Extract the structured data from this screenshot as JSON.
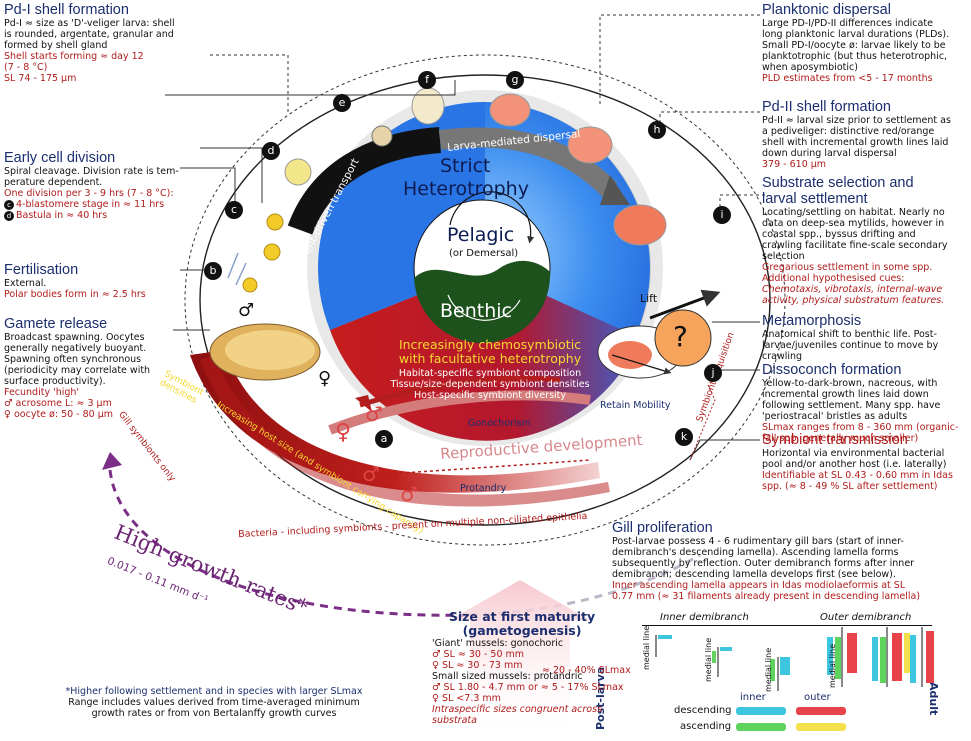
{
  "left": {
    "pd1": {
      "title": "Pd-I shell formation",
      "lines": [
        "Pd-I ≈ size as 'D'-veliger larva: shell",
        "is rounded, argentate, granular and",
        "formed by shell gland"
      ],
      "red": [
        "Shell starts forming ≈ day 12",
        "(7 - 8 °C)",
        "SL 74 - 175 µm"
      ]
    },
    "cell": {
      "title": "Early cell division",
      "lines": [
        "Spiral cleavage. Division rate is tem-",
        "perature dependent."
      ],
      "red": [
        "One division per 3 - 9 hrs (7 - 8 °C):",
        "4-blastomere stage in ≈ 11 hrs",
        "Bastula in ≈ 40 hrs"
      ],
      "badges": [
        "c",
        "d"
      ]
    },
    "fert": {
      "title": "Fertilisation",
      "lines": [
        "External."
      ],
      "red": [
        "Polar bodies form in ≈ 2.5 hrs"
      ]
    },
    "gam": {
      "title": "Gamete release",
      "lines": [
        "Broadcast spawning. Oocytes",
        "generally negatively buoyant.",
        "Spawning often synchronous",
        "(periodicity may correlate with",
        "surface productivity)."
      ],
      "red": [
        "Fecundity 'high'",
        "♂ acrosome L: ≈ 3 µm",
        "♀ oocyte ø: 50 - 80 µm"
      ]
    }
  },
  "right": {
    "plank": {
      "title": "Planktonic dispersal",
      "lines": [
        "Large PD-I/PD-II differences indicate",
        "long planktonic larval durations (PLDs).",
        "Small PD-I/oocyte ø: larvae likely to be",
        "planktotrophic (but thus heterotrophic,",
        "when aposymbiotic)"
      ],
      "red": [
        "PLD estimates from <5 - 17 months"
      ]
    },
    "pd2": {
      "title": "Pd-II shell formation",
      "lines": [
        "Pd-II ≈ larval size prior to settlement as",
        "a pediveliger: distinctive red/orange",
        "shell with incremental growth lines laid",
        "down during larval dispersal"
      ],
      "red": [
        "379 - 610 µm"
      ]
    },
    "subst": {
      "title": [
        "Substrate selection and",
        "larval settlement"
      ],
      "lines": [
        "Locating/settling on habitat. Nearly no",
        "data on deep-sea mytilids, however in",
        "coastal spp., byssus drifting and",
        "crawling facilitate fine-scale secondary",
        "selection"
      ],
      "red": [
        "Gregarious settlement in some spp.",
        "Additional hypothesised cues:"
      ],
      "redit": [
        "Chemotaxis, vibrotaxis, internal-wave",
        "activity, physical substratum features."
      ]
    },
    "meta": {
      "title": "Metamorphosis",
      "lines": [
        "Anatomical shift to benthic life. Post-",
        "larvae/juveniles continue to move by",
        "crawling"
      ]
    },
    "disso": {
      "title": "Dissoconch formation",
      "lines": [
        "Yellow-to-dark-brown, nacreous, with",
        "incremental growth lines laid down",
        "following settlement. Many spp. have",
        "'periostracal' bristles as adults"
      ],
      "red": [
        "SLmax ranges from 8 - 360 mm (organic-",
        "fall spp. generally much smaller)"
      ]
    },
    "symb": {
      "title": "Symbiont transmission",
      "lines": [
        "Horizontal via environmental bacterial",
        "pool and/or another host (i.e. laterally)"
      ],
      "red": [
        "Identifiable at SL 0.43 - 0.60 mm in Idas",
        "spp. (≈ 8 - 49 % SL after settlement)"
      ]
    },
    "gill": {
      "title": "Gill proliferation",
      "lines": [
        "Post-larvae possess 4 - 6 rudimentary gill bars (start of inner-",
        "demibranch's descending lamella). Ascending lamella forms",
        "subsequently by reflection. Outer demibranch forms after inner",
        "demibranch; descending lamella develops first (see below)."
      ],
      "red": [
        "Inner ascending lamella appears in Idas modiolaeformis at SL",
        "0.77 mm (≈ 31 filaments already present in descending lamella)"
      ]
    }
  },
  "center": {
    "strict": "Strict",
    "hetero": "Heterotrophy",
    "pelagic": "Pelagic",
    "demersal": "(or Demersal)",
    "benthic": "Benthic",
    "chemo": [
      "Increasingly chemosymbiotic",
      "with facultative heterotrophy"
    ],
    "chemo_sub": [
      "Habitat-specific symbiont composition",
      "Tissue/size-dependent symbiont densities",
      "Host-specific symbiont diversity"
    ],
    "arc_top": "Larva-mediated dispersal",
    "arc_left": "Current-driven transport",
    "repro": "Reproductive development",
    "gono": "Gonochorism",
    "protandry": "Protandry",
    "retain": "Retain Mobility",
    "lift": "Lift",
    "q": "?",
    "host": "Increasing host size (and symbiont carrying-capacity)",
    "symb_dens": [
      "Symbiont",
      "densities"
    ],
    "gill_only": "Gill symbionts only",
    "bacteria": "Bacteria - including symbionts - present on multiple non-ciliated epithelia",
    "symb_acq": "Symbiont acquisition"
  },
  "badges": [
    "a",
    "b",
    "c",
    "d",
    "e",
    "f",
    "g",
    "h",
    "i",
    "j",
    "k"
  ],
  "growth": {
    "title": "High growth rates*",
    "range": "0.017 - 0.11 mm d⁻¹",
    "note": "*Higher following settlement and in species with larger SLmax",
    "note2": [
      "Range includes values derived from time-averaged minimum",
      "growth rates or from von Bertalanffy growth curves"
    ]
  },
  "maturity": {
    "title": [
      "Size at first maturity",
      "(gametogenesis)"
    ],
    "giant": "'Giant' mussels: gonochoric",
    "g1": "♂ SL ≈ 30 - 50 mm",
    "g2": "♀ SL ≈ 30 - 73 mm",
    "gpct": "≈ 20 - 40% SLmax",
    "small": "Small sized mussels: protandric",
    "s1": "♂ SL 1.80 - 4.7 mm or ≈ 5 - 17% SLmax",
    "s2": "♀ SL <7.3 mm",
    "intra": [
      "Intraspecific sizes congruent across",
      "substrata"
    ]
  },
  "gillfig": {
    "inner": "Inner demibranch",
    "outer": "Outer demibranch",
    "post": "Post-larva",
    "adult": "Adult",
    "medial": "medial line",
    "legend_inner": "inner",
    "legend_outer": "outer",
    "desc": "descending",
    "asc": "ascending",
    "colors": {
      "inner_desc": "#3ec6e0",
      "outer_desc": "#e8424b",
      "inner_asc": "#5ed35e",
      "outer_asc": "#f3e04b"
    }
  },
  "colors": {
    "navy": "#1b2e6e",
    "red": "#b01c1c",
    "blue": "#2f7fe3",
    "green": "#1f5a1f",
    "darkred": "#9c1414",
    "purple": "#7b2f86"
  }
}
